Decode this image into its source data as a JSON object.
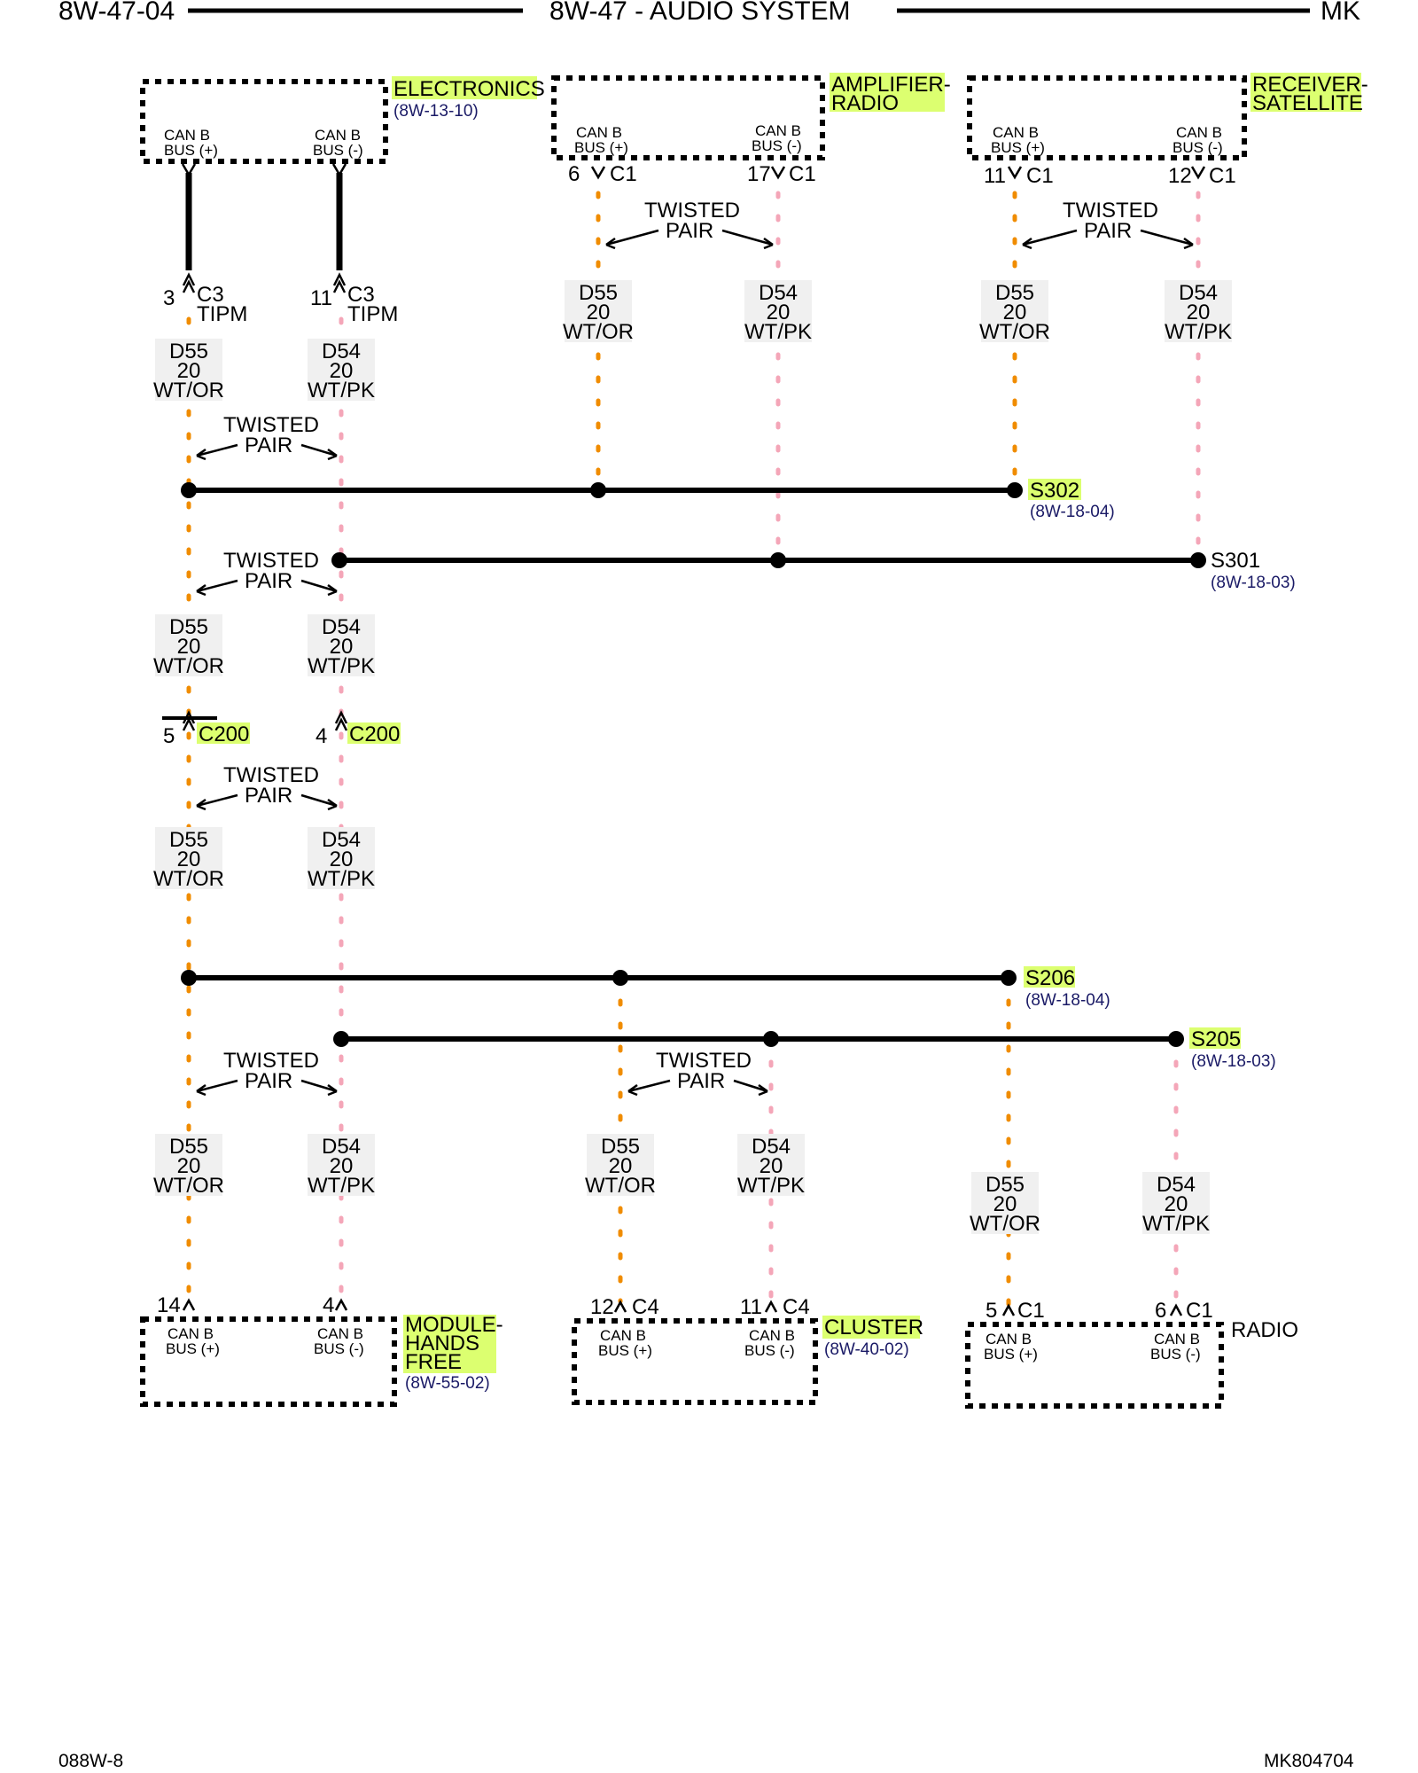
{
  "header": {
    "left": "8W-47-04",
    "center": "8W-47 - AUDIO SYSTEM",
    "right": "MK"
  },
  "footer": {
    "left": "088W-8",
    "right": "MK804704"
  },
  "modules": {
    "electronics": {
      "name": "ELECTRONICS",
      "ref": "(8W-13-10)"
    },
    "amplifier": {
      "name_line1": "AMPLIFIER-",
      "name_line2": "RADIO"
    },
    "receiver": {
      "name_line1": "RECEIVER-",
      "name_line2": "SATELLITE"
    },
    "handsfree": {
      "name_line1": "MODULE-",
      "name_line2": "HANDS",
      "name_line3": "FREE",
      "ref": "(8W-55-02)"
    },
    "cluster": {
      "name": "CLUSTER",
      "ref": "(8W-40-02)"
    },
    "radio": {
      "name": "RADIO"
    }
  },
  "pin_labels": {
    "can_b": "CAN B",
    "bus_pos": "BUS (+)",
    "bus_neg": "BUS (-)"
  },
  "connectors": {
    "c1": "C1",
    "c3": "C3",
    "c4": "C4",
    "c200": "C200",
    "tipm": "TIPM",
    "amp_pos_pin": "6",
    "amp_neg_pin": "17",
    "rec_pos_pin": "11",
    "rec_neg_pin": "12",
    "tipm_pos_pin": "3",
    "tipm_neg_pin": "11",
    "c200_pos_pin": "5",
    "c200_neg_pin": "4",
    "hf_pos_pin": "14",
    "hf_neg_pin": "4",
    "cl_pos_pin": "12",
    "cl_neg_pin": "11",
    "rad_pos_pin": "5",
    "rad_neg_pin": "6"
  },
  "wires": {
    "d55": {
      "circuit": "D55",
      "gauge": "20",
      "color": "WT/OR"
    },
    "d54": {
      "circuit": "D54",
      "gauge": "20",
      "color": "WT/PK"
    }
  },
  "twisted_pair": {
    "line1": "TWISTED",
    "line2": "PAIR"
  },
  "splices": {
    "s302": {
      "name": "S302",
      "ref": "(8W-18-04)"
    },
    "s301": {
      "name": "S301",
      "ref": "(8W-18-03)"
    },
    "s206": {
      "name": "S206",
      "ref": "(8W-18-04)"
    },
    "s205": {
      "name": "S205",
      "ref": "(8W-18-03)"
    }
  },
  "colors": {
    "highlight": "#dcff70",
    "wt_or": "#f08c00",
    "wt_pk": "#f4a6b8",
    "ref_text": "#1a1a66"
  }
}
